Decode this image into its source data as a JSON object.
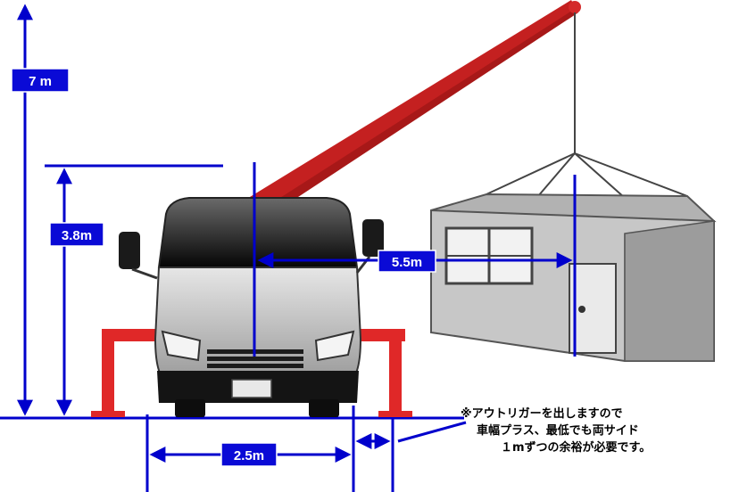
{
  "colors": {
    "dimension": "#0000cc",
    "label_bg": "#0a0ad6",
    "boom": "#cc2222",
    "outrigger": "#e02828",
    "truck_body": "#bcbcbc",
    "building": "#c8c8c8"
  },
  "dimensions": {
    "crane_height": "7 m",
    "truck_height": "3.8m",
    "reach": "5.5m",
    "truck_width": "2.5m"
  },
  "note": {
    "line1": "※アウトリガーを出しますので",
    "line2": "車幅プラス、最低でも両サイド",
    "line3": "１mずつの余裕が必要です。"
  }
}
